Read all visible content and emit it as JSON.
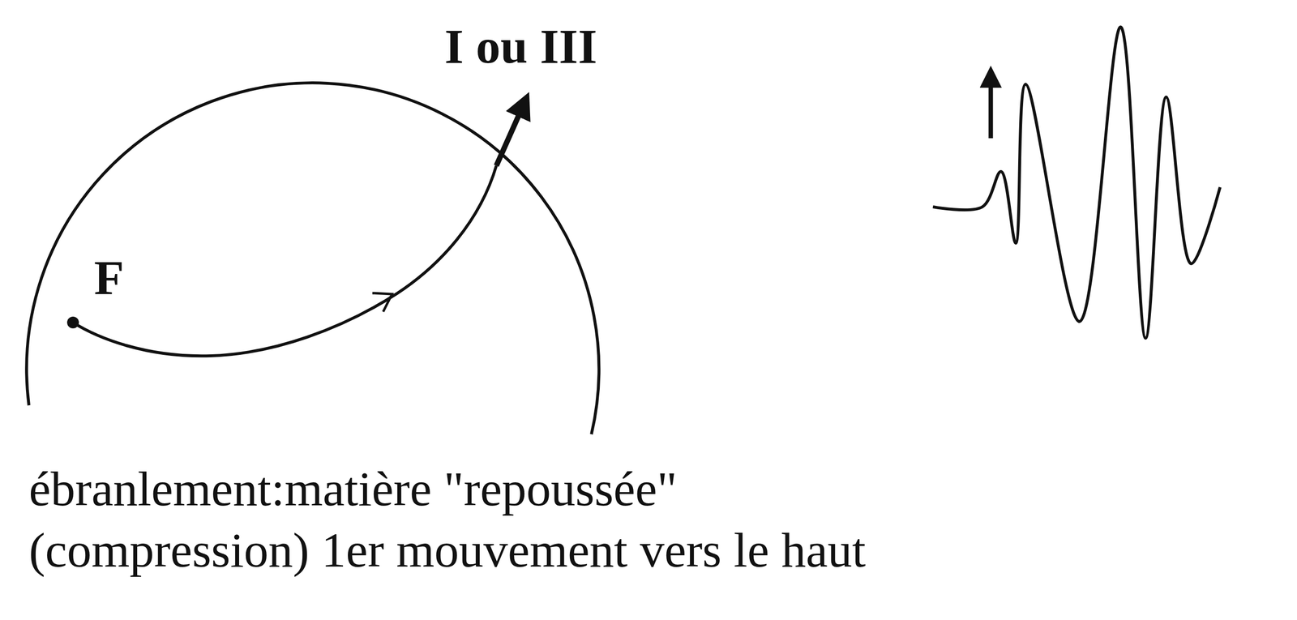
{
  "diagram": {
    "caption": "ébranlement:matière \"repoussée\" (compression) 1er mouvement vers le haut",
    "labels": [
      "I ou III",
      "F"
    ]
  }
}
